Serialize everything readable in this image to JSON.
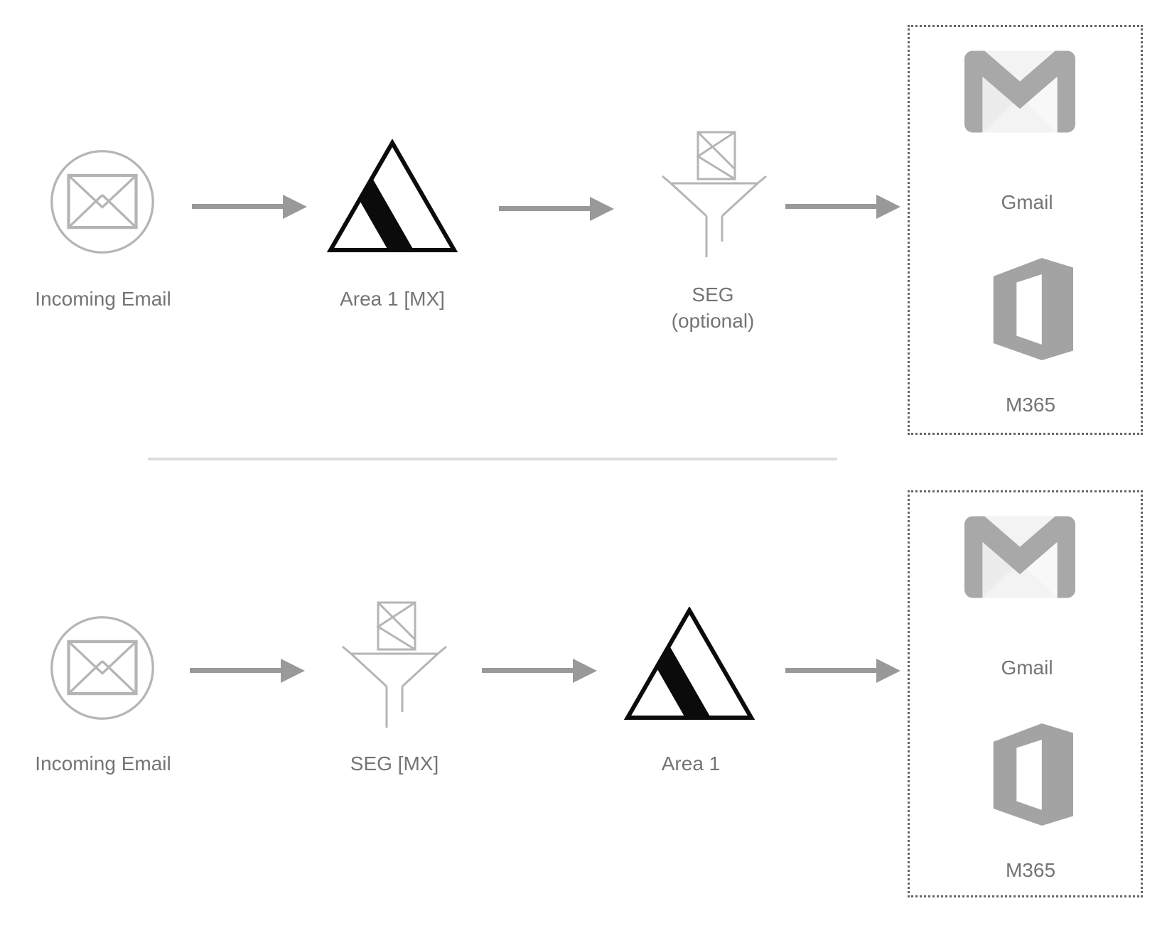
{
  "diagram": {
    "type": "email-routing-flow",
    "flows": [
      {
        "name": "flow-1",
        "source": {
          "label": "Incoming Email",
          "icon": "incoming-email-icon"
        },
        "steps": [
          {
            "label": "Area 1 [MX]",
            "icon": "area1-triangle-logo"
          },
          {
            "label": "SEG",
            "sublabel": "(optional)",
            "icon": "seg-funnel-icon"
          }
        ],
        "destinations": {
          "container": "dotted-box",
          "items": [
            {
              "label": "Gmail",
              "icon": "gmail-icon"
            },
            {
              "label": "M365",
              "icon": "m365-icon"
            }
          ]
        }
      },
      {
        "name": "flow-2",
        "source": {
          "label": "Incoming Email",
          "icon": "incoming-email-icon"
        },
        "steps": [
          {
            "label": "SEG [MX]",
            "icon": "seg-funnel-icon"
          },
          {
            "label": "Area 1",
            "icon": "area1-triangle-logo"
          }
        ],
        "destinations": {
          "container": "dotted-box",
          "items": [
            {
              "label": "Gmail",
              "icon": "gmail-icon"
            },
            {
              "label": "M365",
              "icon": "m365-icon"
            }
          ]
        }
      }
    ],
    "colors": {
      "outline_gray": "#b5b5b5",
      "label_gray": "#747474",
      "arrow_gray": "#999999",
      "dotted_border": "#666666",
      "divider_gray": "#dcdcdc",
      "logo_black": "#0b0b0b",
      "brand_gray": "#a8a8a8",
      "brand_light": "#f3f3f3",
      "m365_gray": "#a3a3a3"
    }
  }
}
